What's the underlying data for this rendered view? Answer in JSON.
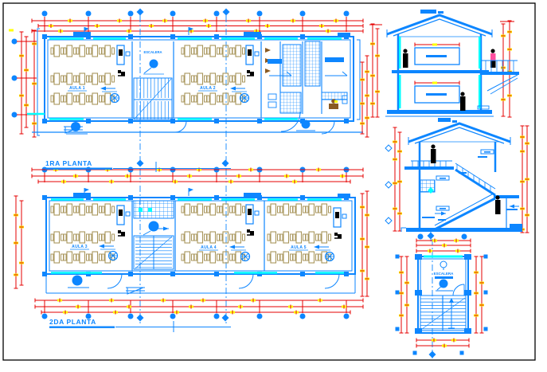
{
  "colors": {
    "line_blue": "#0d86ff",
    "window_cyan": "#00ffff",
    "dim_red": "#e60000",
    "tick_yellow": "#ffff00",
    "desk_tan": "#a8965c",
    "fixture_brown": "#8a5a22",
    "person_pink": "#ff4fa0",
    "ink_black": "#000000",
    "paper_white": "#ffffff"
  },
  "labels": {
    "floor1_title": "1RA PLANTA",
    "floor2_title": "2DA PLANTA",
    "floor1_rooms": [
      "AULA 1",
      "AULA 2"
    ],
    "floor2_rooms": [
      "AULA 3",
      "AULA 4",
      "AULA 5"
    ],
    "floor1_stair": "ESCALERA",
    "stair_detail": "ESCALERA"
  }
}
